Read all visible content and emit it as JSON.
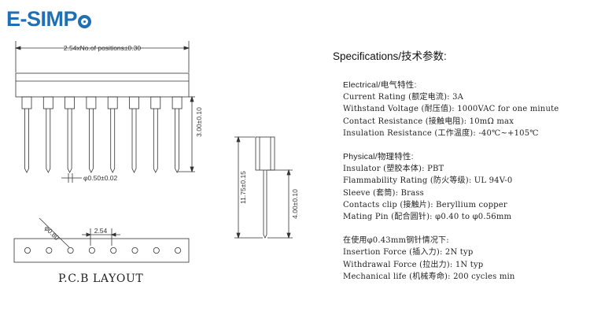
{
  "brand": {
    "logo_text": "E-SIMP",
    "logo_color": "#1f6fb5"
  },
  "drawing": {
    "pitch_dim": "2.54xNo.of positions±0.30",
    "height_dim": "3.00±0.10",
    "pin_dim": "φ0.50±0.02",
    "side_total_dim": "11.75±0.15",
    "side_pin_dim": "4.00±0.10",
    "hole_dim": "φ0.80",
    "hole_pitch_dim": "2.54",
    "pcb_title": "P.C.B LAYOUT",
    "pin_count": 8
  },
  "specs": {
    "title": "Specifications/技术参数:",
    "electrical": {
      "header": "Electrical/电气特性:",
      "lines": [
        "Current Rating (额定电流): 3A",
        "Withstand Voltage (耐压值): 1000VAC for one minute",
        "Contact Resistance (接触电阻): 10mΩ max",
        "Insulation Resistance (工作温度): -40℃~+105℃"
      ]
    },
    "physical": {
      "header": "Physical/物理特性:",
      "lines": [
        "Insulator (塑胶本体): PBT",
        "Flammability Rating (防火等级): UL 94V-0",
        "Sleeve (套筒): Brass",
        "Contacts clip (接触片): Beryllium copper",
        "Mating Pin (配合圆针): φ0.40 to φ0.56mm"
      ]
    },
    "usage": {
      "header": "在使用φ0.43mm钢针情况下:",
      "lines": [
        "Insertion Force (插入力): 2N typ",
        "Withdrawal Force (拉出力): 1N typ",
        "Mechanical life (机械寿命): 200 cycles min"
      ]
    }
  }
}
